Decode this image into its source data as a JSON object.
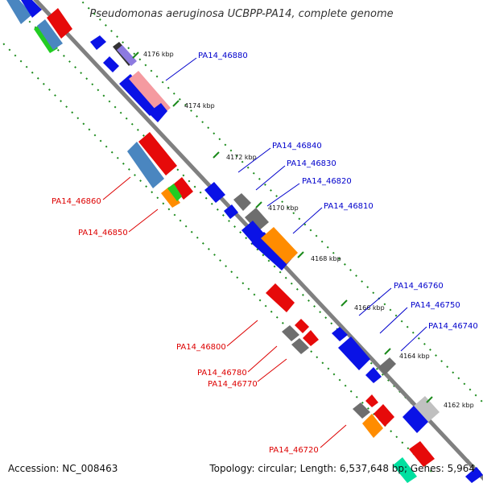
{
  "title": "Pseudomonas aeruginosa UCBPP-PA14, complete genome",
  "footer": {
    "accession": "Accession: NC_008463",
    "summary": "Topology: circular; Length: 6,537,648 bp; Genes: 5,964"
  },
  "colors": {
    "backbone": "#808080",
    "ticks": "#1a8a1a",
    "forward_label": "#0000cc",
    "reverse_label": "#dd0000",
    "gene_blue": "#0a12e6",
    "gene_red": "#e60a0a",
    "gene_grey": "#6e6e6e",
    "gene_orange": "#ff8c00",
    "gene_steel": "#4a86c0",
    "gene_green": "#22cc22",
    "gene_pink": "#f59aa0"
  },
  "position_ticks": [
    {
      "label": "4176 kbp"
    },
    {
      "label": "4174 kbp"
    },
    {
      "label": "4172 kbp"
    },
    {
      "label": "4170 kbp"
    },
    {
      "label": "4168 kbp"
    },
    {
      "label": "4166 kbp"
    },
    {
      "label": "4164 kbp"
    },
    {
      "label": "4162 kbp"
    }
  ],
  "gene_labels_forward": [
    {
      "label": "PA14_46880"
    },
    {
      "label": "PA14_46840"
    },
    {
      "label": "PA14_46830"
    },
    {
      "label": "PA14_46820"
    },
    {
      "label": "PA14_46810"
    },
    {
      "label": "PA14_46760"
    },
    {
      "label": "PA14_46750"
    },
    {
      "label": "PA14_46740"
    }
  ],
  "gene_labels_reverse": [
    {
      "label": "PA14_46860"
    },
    {
      "label": "PA14_46850"
    },
    {
      "label": "PA14_46800"
    },
    {
      "label": "PA14_46780"
    },
    {
      "label": "PA14_46770"
    },
    {
      "label": "PA14_46720"
    }
  ]
}
